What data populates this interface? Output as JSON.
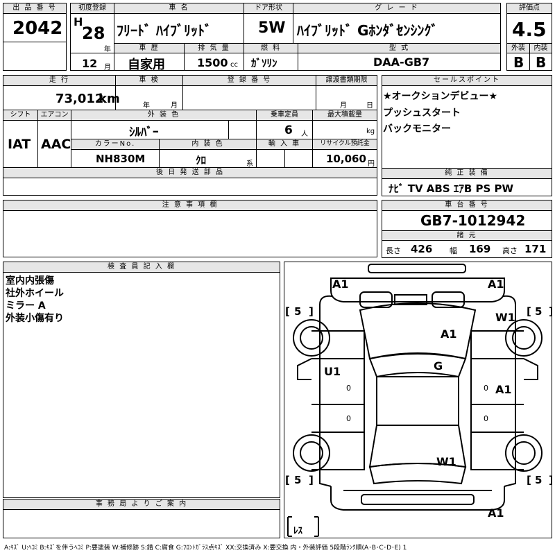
{
  "header": {
    "lot_label": "出 品 番 号",
    "lot_number": "2042",
    "first_reg_label": "初度登録",
    "era": "H",
    "year": "28",
    "year_unit": "年",
    "month": "12",
    "month_unit": "月",
    "car_name_label": "車 名",
    "car_name": "ﾌﾘｰﾄﾞ ﾊｲﾌﾞﾘｯﾄﾞ",
    "door_label": "ドア形状",
    "door": "5W",
    "grade_label": "グ レ ー ド",
    "grade": "ﾊｲﾌﾞﾘｯﾄﾞ Gﾎﾝﾀﾞｾﾝｼﾝｸﾞ",
    "score_label": "評価点",
    "score": "4.5",
    "exterior_label": "外装",
    "interior_label": "内装",
    "exterior_grade": "B",
    "interior_grade": "B",
    "history_label": "車 歴",
    "history": "自家用",
    "displacement_label": "排 気 量",
    "displacement": "1500",
    "displacement_unit": "cc",
    "fuel_label": "燃 料",
    "fuel": "ｶﾞｿﾘﾝ",
    "model_label": "型 式",
    "model": "DAA-GB7"
  },
  "mid": {
    "mileage_label": "走 行",
    "mileage": "73,012",
    "mileage_unit": "km",
    "inspection_label": "車 検",
    "insp_year_unit": "年",
    "insp_month_unit": "月",
    "reg_label": "登 録 番 号",
    "transfer_label": "譲渡書類期限",
    "transfer_month_unit": "月",
    "transfer_day_unit": "日",
    "shift_label": "シフト",
    "shift": "IAT",
    "ac_label": "エアコン",
    "ac": "AAC",
    "color_label": "外 装 色",
    "color": "ｼﾙﾊﾞｰ",
    "capacity_label": "乗車定員",
    "capacity": "6",
    "capacity_unit": "人",
    "load_label": "最大積載量",
    "load_unit": "kg",
    "color_no_label": "カラーNo.",
    "color_no": "NH830M",
    "int_color_label": "内 装 色",
    "int_color": "ｸﾛ",
    "int_color_unit": "系",
    "import_label": "輸 入 車",
    "recycle_label": "リサイクル預託金",
    "recycle": "10,060",
    "recycle_unit": "円",
    "later_parts_label": "後 日 発 送 部 品"
  },
  "sales": {
    "label": "セールスポイント",
    "points": [
      "★オークションデビュー★",
      "プッシュスタート",
      "バックモニター"
    ]
  },
  "equipment": {
    "label": "純 正 装 備",
    "items": "ﾅﾋﾞ TV ABS ｴｱB PS PW"
  },
  "notes": {
    "label": "注 意 事 項 欄"
  },
  "chassis": {
    "label": "車 台 番 号",
    "number": "GB7-1012942",
    "dims_label": "諸 元",
    "length_label": "長さ",
    "length": "426",
    "width_label": "幅",
    "width": "169",
    "height_label": "高さ",
    "height": "171"
  },
  "inspector": {
    "label": "検 査 員 記 入 欄",
    "lines": [
      "室内内張傷",
      "社外ホイール",
      "ミラー A",
      "外装小傷有り"
    ]
  },
  "office": {
    "label": "事 務 局 よ り ご 案 内"
  },
  "diagram": {
    "marks": {
      "front_left": "A1",
      "front_right": "A1",
      "wheel_fr": "W1",
      "hood": "A1",
      "door_left": "U1",
      "roof": "G",
      "door_right": "A1",
      "rear_glass": "W1",
      "rear_bumper": "A1"
    },
    "tires": {
      "fl": "5",
      "fr": "5",
      "rl": "5",
      "rr": "5",
      "spare": "ﾚｽ"
    },
    "zeros": [
      "0",
      "0",
      "0",
      "0"
    ]
  },
  "legend": "A:ｷｽﾞ U:ﾍｺﾐ B:ｷｽﾞを伴うﾍｺﾐ P:要塗装 W:補修跡 S:錆 C:腐食 G:ﾌﾛﾝﾄｶﾞﾗｽ点ｷｽﾞ XX:交換済み X:要交換 内・外装評価 5段階ﾗﾝｸ順(A･B･C･D･E) 1"
}
